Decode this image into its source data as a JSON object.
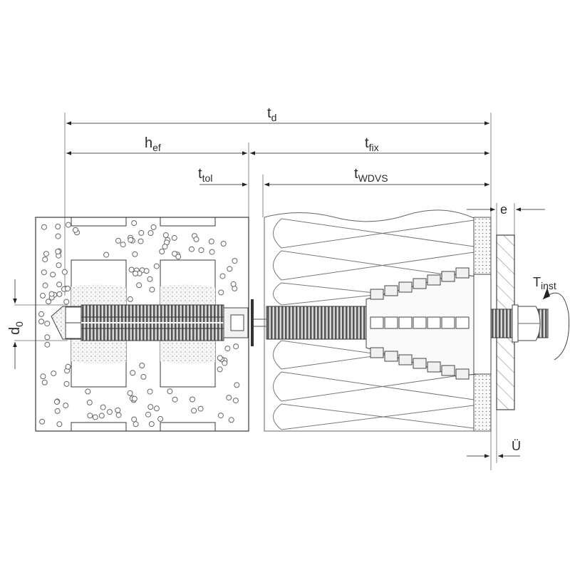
{
  "diagram": {
    "title": "Insulation anchor (ETICS / WDVS) installation parameters",
    "labels": {
      "td": {
        "main": "t",
        "sub": "d"
      },
      "hef": {
        "main": "h",
        "sub": "ef"
      },
      "tfix": {
        "main": "t",
        "sub": "fix"
      },
      "ttol": {
        "main": "t",
        "sub": "tol"
      },
      "twdvs": {
        "main": "t",
        "sub": "WDVS"
      },
      "e": {
        "main": "e"
      },
      "d0": {
        "main": "d",
        "sub": "0"
      },
      "tinst": {
        "main": "T",
        "sub": "inst"
      },
      "u": {
        "main": "Ü"
      }
    },
    "components": [
      "masonry-base-perforated-brick",
      "plastic-anchor-sleeve",
      "insulation-layer-wdvs",
      "anchor-expansion-cone",
      "render-layer",
      "fixture-plate",
      "threaded-rod",
      "hex-nut",
      "torque-arrow"
    ],
    "colors": {
      "line": "#3a3a3a",
      "fill_light": "#f4f4f4",
      "fill_dot": "#e4e4e4",
      "thread": "#555555"
    }
  }
}
